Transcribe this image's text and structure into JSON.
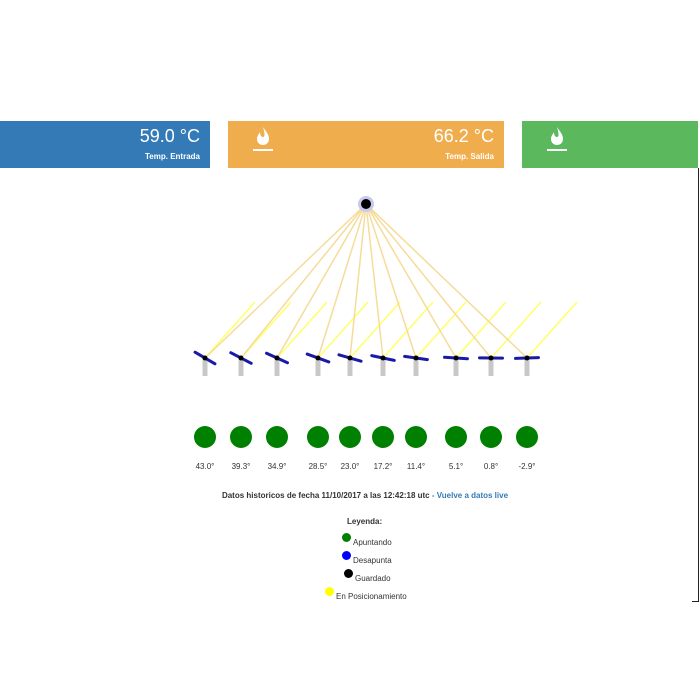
{
  "cards": {
    "inlet": {
      "value": "59.0 °C",
      "label": "Temp. Entrada",
      "color": "#337ab7"
    },
    "outlet": {
      "value": "66.2 °C",
      "label": "Temp. Salida",
      "color": "#f0ad4e",
      "icon": "fire-icon"
    },
    "third": {
      "value": "",
      "label": "",
      "color": "#5cb85c",
      "icon": "fire-icon"
    }
  },
  "field": {
    "absorber_icon": "absorber-dot",
    "heliostats": [
      {
        "angle": "43.0°",
        "status": "Apuntando"
      },
      {
        "angle": "39.3°",
        "status": "Apuntando"
      },
      {
        "angle": "34.9°",
        "status": "Apuntando"
      },
      {
        "angle": "28.5°",
        "status": "Apuntando"
      },
      {
        "angle": "23.0°",
        "status": "Apuntando"
      },
      {
        "angle": "17.2°",
        "status": "Apuntando"
      },
      {
        "angle": "11.4°",
        "status": "Apuntando"
      },
      {
        "angle": "5.1°",
        "status": "Apuntando"
      },
      {
        "angle": "0.8°",
        "status": "Apuntando"
      },
      {
        "angle": "-2.9°",
        "status": "Apuntando"
      }
    ]
  },
  "caption": {
    "text": "Datos historicos de fecha 11/10/2017 a las 12:42:18 utc",
    "separator": " - ",
    "link": "Vuelve a datos live"
  },
  "legend": {
    "title": "Leyenda:",
    "items": [
      {
        "label": "Apuntando",
        "color": "#008000"
      },
      {
        "label": "Desapunta",
        "color": "#0000ff"
      },
      {
        "label": "Guardado",
        "color": "#000000"
      },
      {
        "label": "En Posicionamiento",
        "color": "#ffff00"
      }
    ]
  },
  "colors": {
    "reflected_ray": "#f5dc9a",
    "incident_ray": "#ffff66",
    "mirror": "#1a1aa8",
    "post": "#c8c8c8"
  }
}
